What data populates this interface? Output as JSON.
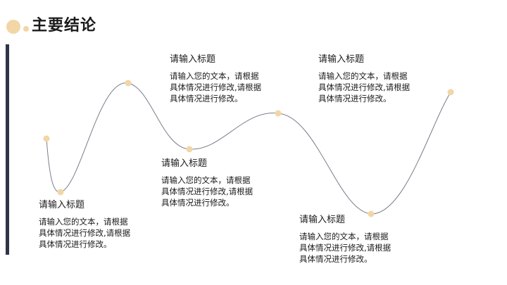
{
  "header": {
    "title": "主要结论"
  },
  "colors": {
    "accent": "#f2d6a5",
    "bar": "#2f3447",
    "line": "#7a7d8c",
    "text": "#1a1a1a"
  },
  "blocks": [
    {
      "title": "请输入标题",
      "body_lines": [
        "请输入您的文本，请根据",
        "具体情况进行修改,请根据",
        "具体情况进行修改。"
      ]
    },
    {
      "title": "请输入标题",
      "body_lines": [
        "请输入您的文本，请根据",
        "具体情况进行修改,请根据",
        "具体情况进行修改。"
      ]
    },
    {
      "title": "请输入标题",
      "body_lines": [
        "请输入您的文本，请根据",
        "具体情况进行修改,请根据",
        "具体情况进行修改。"
      ]
    },
    {
      "title": "请输入标题",
      "body_lines": [
        "请输入您的文本，请根据",
        "具体情况进行修改,请根据",
        "具体情况进行修改。"
      ]
    },
    {
      "title": "请输入标题",
      "body_lines": [
        "请输入您的文本，请根据",
        "具体情况进行修改,请根据",
        "具体情况进行修改。"
      ]
    }
  ]
}
